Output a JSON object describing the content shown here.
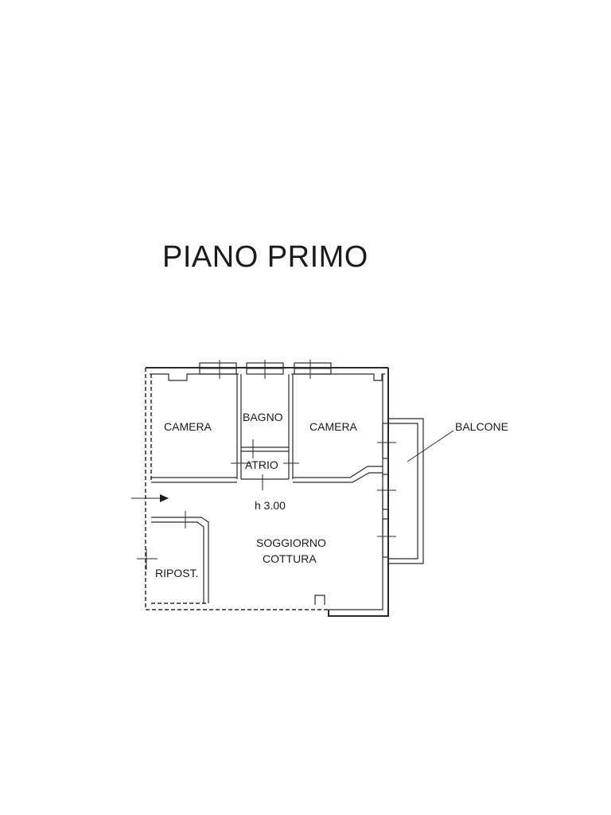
{
  "title": "PIANO PRIMO",
  "rooms": {
    "camera_left": "CAMERA",
    "bagno": "BAGNO",
    "camera_right": "CAMERA",
    "atrio": "ATRIO",
    "balcone": "BALCONE",
    "height": "h 3.00",
    "soggiorno": "SOGGIORNO",
    "cottura": "COTTURA",
    "ripostiglio": "RIPOST."
  }
}
